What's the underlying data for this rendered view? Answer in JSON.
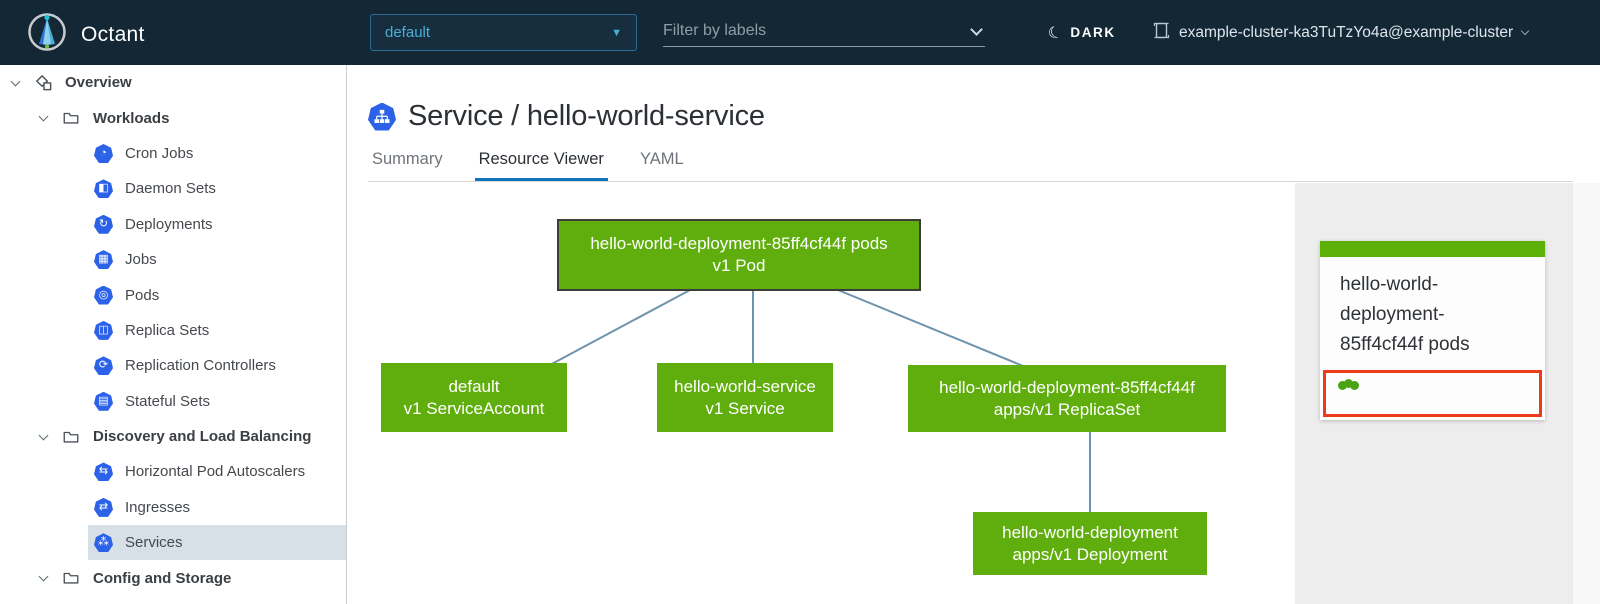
{
  "colors": {
    "header_bg": "#142735",
    "accent_blue": "#49afd9",
    "k8s_icon_blue": "#2c62e8",
    "node_green": "#60ae0e",
    "edge_blue": "#6e93ae",
    "tab_underline": "#1073ba",
    "selection_red": "#ee3b1b",
    "selected_row_bg": "#d8e0e7"
  },
  "header": {
    "app_name": "Octant",
    "namespace_selector": {
      "value": "default",
      "caret": "▼"
    },
    "filter": {
      "placeholder": "Filter by labels"
    },
    "theme_toggle": {
      "label": "DARK",
      "moon_glyph": "☾"
    },
    "context": {
      "label": "example-cluster-ka3TuTzYo4a@example-cluster"
    }
  },
  "sidebar": {
    "items": [
      {
        "label": "Overview",
        "level": 0,
        "icon": "overview-icon"
      },
      {
        "label": "Workloads",
        "level": 1,
        "icon": "folder-icon"
      },
      {
        "label": "Cron Jobs",
        "level": 2,
        "icon": "cron-jobs-icon",
        "glyph": "◔"
      },
      {
        "label": "Daemon Sets",
        "level": 2,
        "icon": "daemon-sets-icon",
        "glyph": "◧"
      },
      {
        "label": "Deployments",
        "level": 2,
        "icon": "deployments-icon",
        "glyph": "↻"
      },
      {
        "label": "Jobs",
        "level": 2,
        "icon": "jobs-icon",
        "glyph": "▦"
      },
      {
        "label": "Pods",
        "level": 2,
        "icon": "pods-icon",
        "glyph": "◎"
      },
      {
        "label": "Replica Sets",
        "level": 2,
        "icon": "replica-sets-icon",
        "glyph": "◫"
      },
      {
        "label": "Replication Controllers",
        "level": 2,
        "icon": "replication-controllers-icon",
        "glyph": "⟳"
      },
      {
        "label": "Stateful Sets",
        "level": 2,
        "icon": "stateful-sets-icon",
        "glyph": "▤"
      },
      {
        "label": "Discovery and Load Balancing",
        "level": 1,
        "icon": "folder-icon"
      },
      {
        "label": "Horizontal Pod Autoscalers",
        "level": 2,
        "icon": "hpa-icon",
        "glyph": "⇆"
      },
      {
        "label": "Ingresses",
        "level": 2,
        "icon": "ingresses-icon",
        "glyph": "⇄"
      },
      {
        "label": "Services",
        "level": 2,
        "icon": "services-icon",
        "glyph": "⁂",
        "selected": true
      },
      {
        "label": "Config and Storage",
        "level": 1,
        "icon": "folder-icon"
      }
    ]
  },
  "main": {
    "title": "Service / hello-world-service",
    "tabs": [
      {
        "label": "Summary",
        "active": false
      },
      {
        "label": "Resource Viewer",
        "active": true
      },
      {
        "label": "YAML",
        "active": false
      }
    ]
  },
  "graph": {
    "nodes": [
      {
        "id": "pod",
        "line1": "hello-world-deployment-85ff4cf44f pods",
        "line2": "v1 Pod",
        "selected": true
      },
      {
        "id": "serviceaccount",
        "line1": "default",
        "line2": "v1 ServiceAccount"
      },
      {
        "id": "service",
        "line1": "hello-world-service",
        "line2": "v1 Service"
      },
      {
        "id": "replicaset",
        "line1": "hello-world-deployment-85ff4cf44f",
        "line2": "apps/v1 ReplicaSet"
      },
      {
        "id": "deployment",
        "line1": "hello-world-deployment",
        "line2": "apps/v1 Deployment"
      }
    ],
    "edges": [
      [
        0,
        1
      ],
      [
        0,
        2
      ],
      [
        0,
        3
      ],
      [
        3,
        4
      ]
    ]
  },
  "panel": {
    "card": {
      "title": "hello-world-deployment-85ff4cf44f pods",
      "pod_dot_count": 3,
      "status": "ok"
    }
  }
}
